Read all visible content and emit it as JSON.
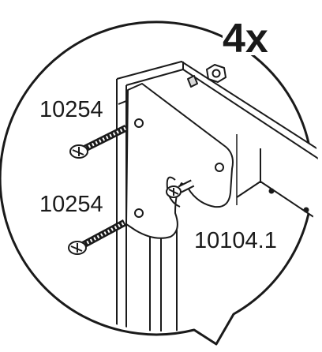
{
  "callout": {
    "multiplier": "4x"
  },
  "parts": [
    {
      "part_number": "10254"
    },
    {
      "part_number": "10254"
    },
    {
      "part_number": "10104.1"
    }
  ],
  "colors": {
    "ink": "#1a1a1a",
    "background": "#ffffff",
    "shade": "#d9d9d9"
  }
}
